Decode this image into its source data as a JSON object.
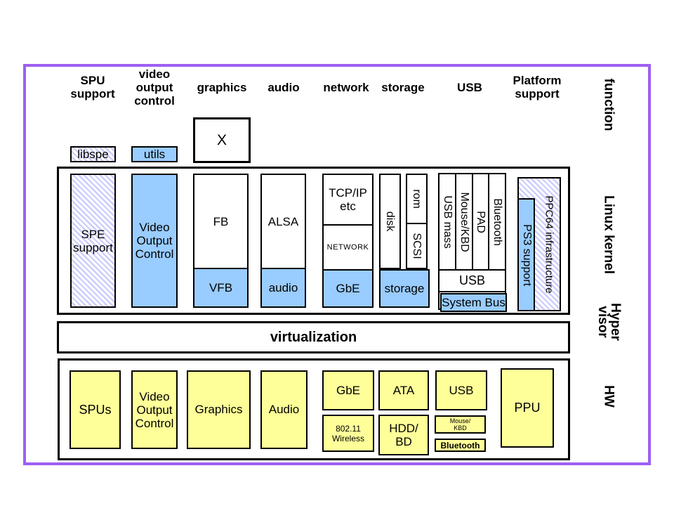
{
  "colors": {
    "purple": "#9D5FF3",
    "blue": "#99CCFF",
    "yellow": "#FFFF99",
    "hatch_stripe": "#CCCCFF"
  },
  "headers": {
    "spu_support": "SPU\nsupport",
    "video_output_control": "video\noutput\ncontrol",
    "graphics": "graphics",
    "audio": "audio",
    "network": "network",
    "storage": "storage",
    "usb": "USB",
    "platform_support": "Platform\nsupport"
  },
  "side_labels": {
    "function": "function",
    "linux_kernel": "Linux kernel",
    "hypervisor": "Hyper\nvisor",
    "hw": "HW"
  },
  "user_space": {
    "libspe": "libspe",
    "utils": "utils",
    "x_server": "X"
  },
  "kernel": {
    "spe_support": "SPE\nsupport",
    "video_output_control": "Video\nOutput\nControl",
    "fb": "FB",
    "vfb": "VFB",
    "alsa": "ALSA",
    "audio": "audio",
    "tcpip": "TCP/IP\netc",
    "network": "NETWORK",
    "gbe": "GbE",
    "disk": "disk",
    "rom": "rom",
    "scsi": "SCSI",
    "storage": "storage",
    "usb_mass": "USB mass",
    "mouse_kbd": "Mouse/KBD",
    "pad": "PAD",
    "bluetooth": "Bluetooth",
    "usb": "USB",
    "system_bus": "System Bus",
    "ps3_support": "PS3 support",
    "ppc64_infrastructure": "PPC64 infrastructure"
  },
  "hypervisor": {
    "virtualization": "virtualization"
  },
  "hw": {
    "spus": "SPUs",
    "video_output_control": "Video\nOutput\nControl",
    "graphics": "Graphics",
    "audio": "Audio",
    "gbe": "GbE",
    "wireless": "802.11\nWireless",
    "ata": "ATA",
    "hdd_bd": "HDD/\nBD",
    "usb": "USB",
    "mouse_kbd": "Mouse/\nKBD",
    "bluetooth": "Bluetooth",
    "ppu": "PPU"
  }
}
